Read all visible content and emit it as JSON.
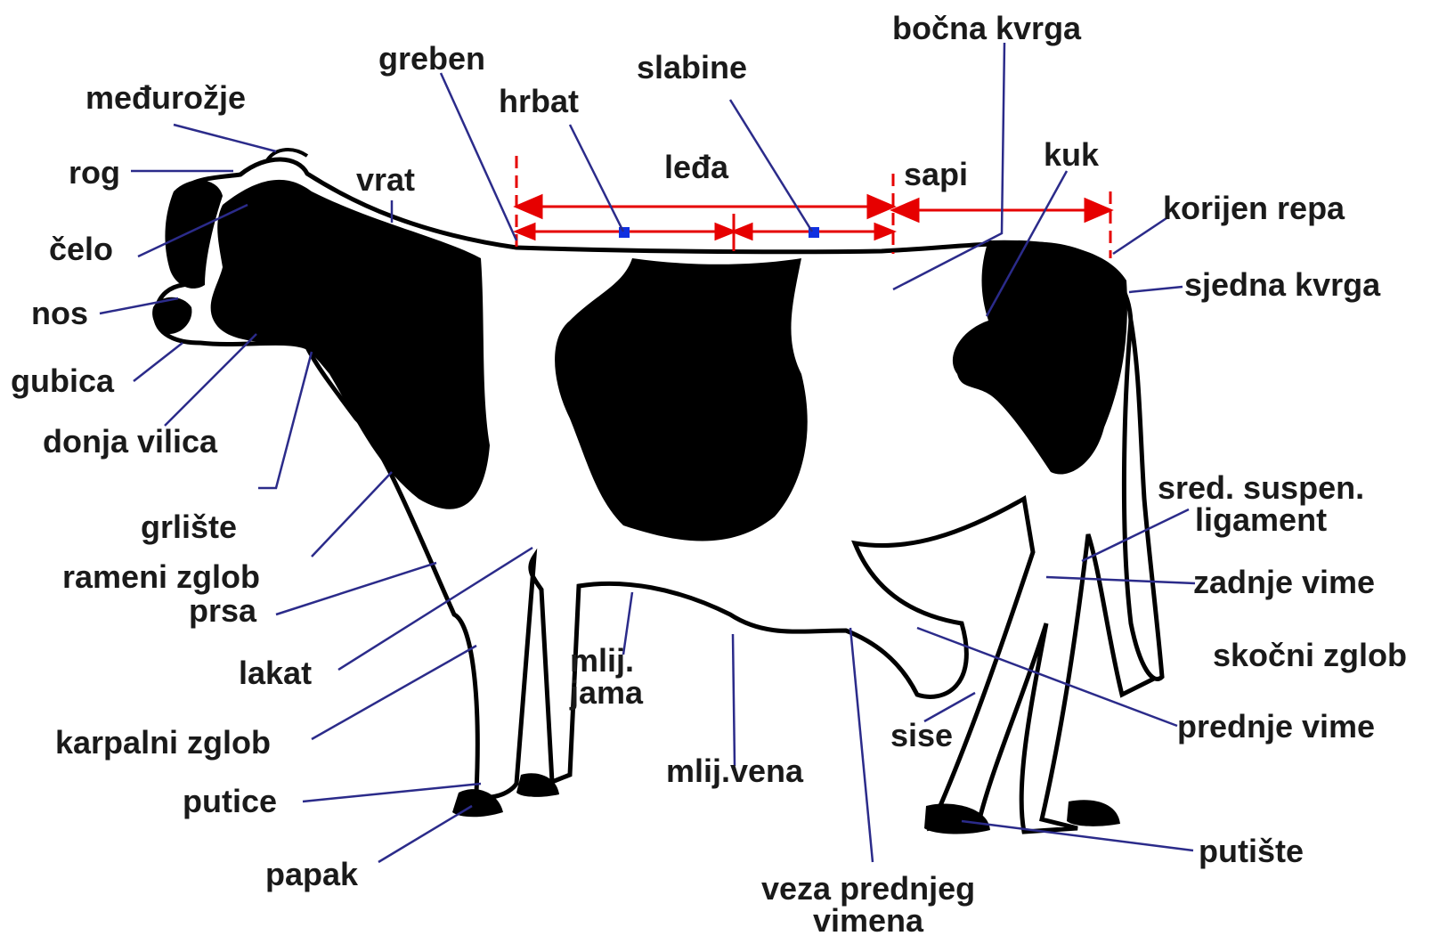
{
  "labels": {
    "medjurozje": "međurožje",
    "rog": "rog",
    "celo": "čelo",
    "nos": "nos",
    "gubica": "gubica",
    "donja_vilica": "donja vilica",
    "grliste": "grlište",
    "rameni_zglob": "rameni zglob",
    "prsa": "prsa",
    "lakat": "lakat",
    "karpalni_zglob": "karpalni zglob",
    "putice": "putice",
    "papak": "papak",
    "vrat": "vrat",
    "greben": "greben",
    "hrbat": "hrbat",
    "slabine": "slabine",
    "leda": "leđa",
    "bocna_kvrga": "bočna kvrga",
    "sapi": "sapi",
    "kuk": "kuk",
    "korijen_repa": "korijen repa",
    "sjedna_kvrga": "sjedna kvrga",
    "sred_suspen_1": "sred. suspen.",
    "sred_suspen_2": "ligament",
    "zadnje_vime": "zadnje vime",
    "skocni_zglob": "skočni zglob",
    "prednje_vime": "prednje vime",
    "putiste": "putište",
    "mlij_jama_1": "mlij.",
    "mlij_jama_2": "jama",
    "mlij_vena": "mlij.vena",
    "sise": "sise",
    "veza_1": "veza prednjeg",
    "veza_2": "vimena"
  },
  "colors": {
    "leader": "#2b2b8a",
    "measure": "#e60000",
    "marker": "#1030e0",
    "text": "#1a1a1a",
    "cow_black": "#000000"
  }
}
